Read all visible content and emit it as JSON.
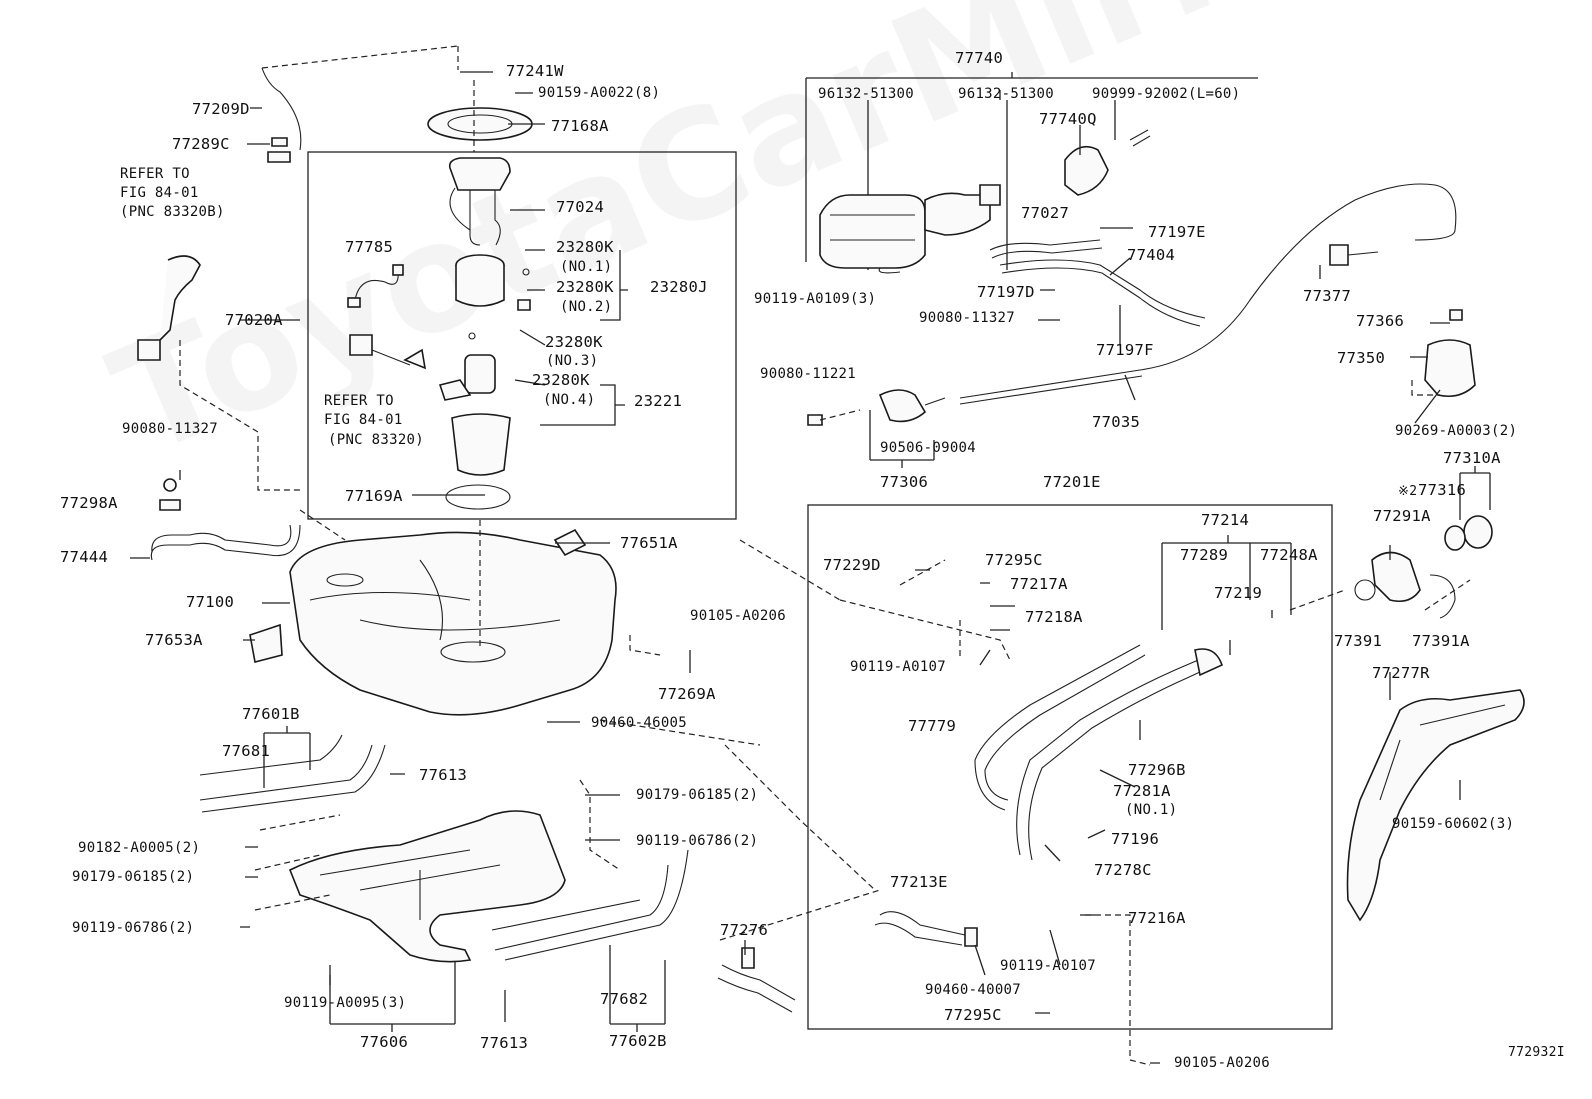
{
  "diagram_id": "772932I",
  "watermark": "ToyotaCarMirre.ru",
  "groups": [
    {
      "id": "77740",
      "name": "77740"
    },
    {
      "id": "77201E",
      "name": "77201E"
    },
    {
      "id": "77214",
      "name": "77214"
    }
  ],
  "labels": {
    "l77241W": "77241W",
    "l90159A0022": "90159-A0022(8)",
    "l77209D": "77209D",
    "l77168A": "77168A",
    "l77289C": "77289C",
    "refer1a": "REFER TO",
    "refer1b": "FIG 84-01",
    "refer1c": "(PNC 83320B)",
    "l77024": "77024",
    "l77785": "77785",
    "l23280K1": "23280K",
    "l23280K1n": "(NO.1)",
    "l23280K2": "23280K",
    "l23280J": "23280J",
    "l23280K2n": "(NO.2)",
    "l77020A": "77020A",
    "l23280K3": "23280K",
    "l23280K3n": "(NO.3)",
    "refer2a": "REFER TO",
    "refer2b": "FIG 84-01",
    "refer2c": "(PNC 83320)",
    "l23280K4": "23280K",
    "l23280K4n": "(NO.4)",
    "l23221": "23221",
    "l90080_11327a": "90080-11327",
    "l77169A": "77169A",
    "l77298A": "77298A",
    "l77444": "77444",
    "l77651A": "77651A",
    "l77100": "77100",
    "l90105A0206a": "90105-A0206",
    "l77653A": "77653A",
    "l77269A": "77269A",
    "l90460_46005": "90460-46005",
    "l77601B": "77601B",
    "l77681": "77681",
    "l77613a": "77613",
    "l90179_06185a": "90179-06185(2)",
    "l90182A0005": "90182-A0005(2)",
    "l90119_06786a": "90119-06786(2)",
    "l90179_06185b": "90179-06185(2)",
    "l90119_06786b": "90119-06786(2)",
    "l90119A0095": "90119-A0095(3)",
    "l77606": "77606",
    "l77613b": "77613",
    "l77682": "77682",
    "l77602B": "77602B",
    "l77276": "77276",
    "l77740": "77740",
    "l96132a": "96132-51300",
    "l96132b": "96132-51300",
    "l90999": "90999-92002(L=60)",
    "l77740Q": "77740Q",
    "l77027": "77027",
    "l77197E": "77197E",
    "l77404": "77404",
    "l77197D": "77197D",
    "l90119A0109": "90119-A0109(3)",
    "l90080_11327b": "90080-11327",
    "l77197F": "77197F",
    "l77377": "77377",
    "l77366": "77366",
    "l77350": "77350",
    "l90080_11221": "90080-11221",
    "l77035": "77035",
    "l90269A0003": "90269-A0003(2)",
    "l90506": "90506-09004",
    "l77306": "77306",
    "l77201E": "77201E",
    "l77310A": "77310A",
    "l77316": "77316",
    "l77316mark": "※2",
    "l77291A": "77291A",
    "l77214": "77214",
    "l77229D": "77229D",
    "l77295Ca": "77295C",
    "l77289": "77289",
    "l77248A": "77248A",
    "l77217A": "77217A",
    "l77219": "77219",
    "l77218A": "77218A",
    "l77391": "77391",
    "l77391A": "77391A",
    "l90119A0107a": "90119-A0107",
    "l77277R": "77277R",
    "l77779": "77779",
    "l77296B": "77296B",
    "l77281A": "77281A",
    "l77281An": "(NO.1)",
    "l77196": "77196",
    "l77278C": "77278C",
    "l90159_60602": "90159-60602(3)",
    "l77213E": "77213E",
    "l77216A": "77216A",
    "l90119A0107b": "90119-A0107",
    "l90460_40007": "90460-40007",
    "l77295Cb": "77295C",
    "l90105A0206b": "90105-A0206"
  }
}
